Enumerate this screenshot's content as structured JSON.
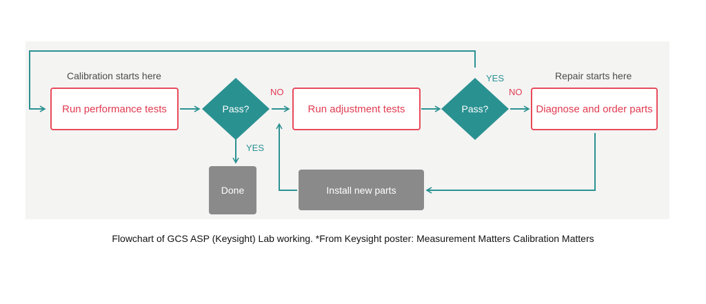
{
  "colors": {
    "teal": "#2a9191",
    "red": "#e8495a",
    "grey_box": "#8a8a8a",
    "panel_bg": "#f4f4f3"
  },
  "flowchart": {
    "calibration_note": "Calibration starts here",
    "repair_note": "Repair starts here",
    "nodes": {
      "run_performance_tests": "Run performance tests",
      "pass_1": "Pass?",
      "run_adjustment_tests": "Run adjustment tests",
      "pass_2": "Pass?",
      "diagnose_and_order_parts": "Diagnose and order parts",
      "done": "Done",
      "install_new_parts": "Install new parts"
    },
    "edge_labels": {
      "pass_1_no": "NO",
      "pass_1_yes": "YES",
      "pass_2_yes": "YES",
      "pass_2_no": "NO"
    }
  },
  "caption": "Flowchart of GCS ASP (Keysight) Lab working. *From Keysight poster: Measurement Matters Calibration Matters"
}
